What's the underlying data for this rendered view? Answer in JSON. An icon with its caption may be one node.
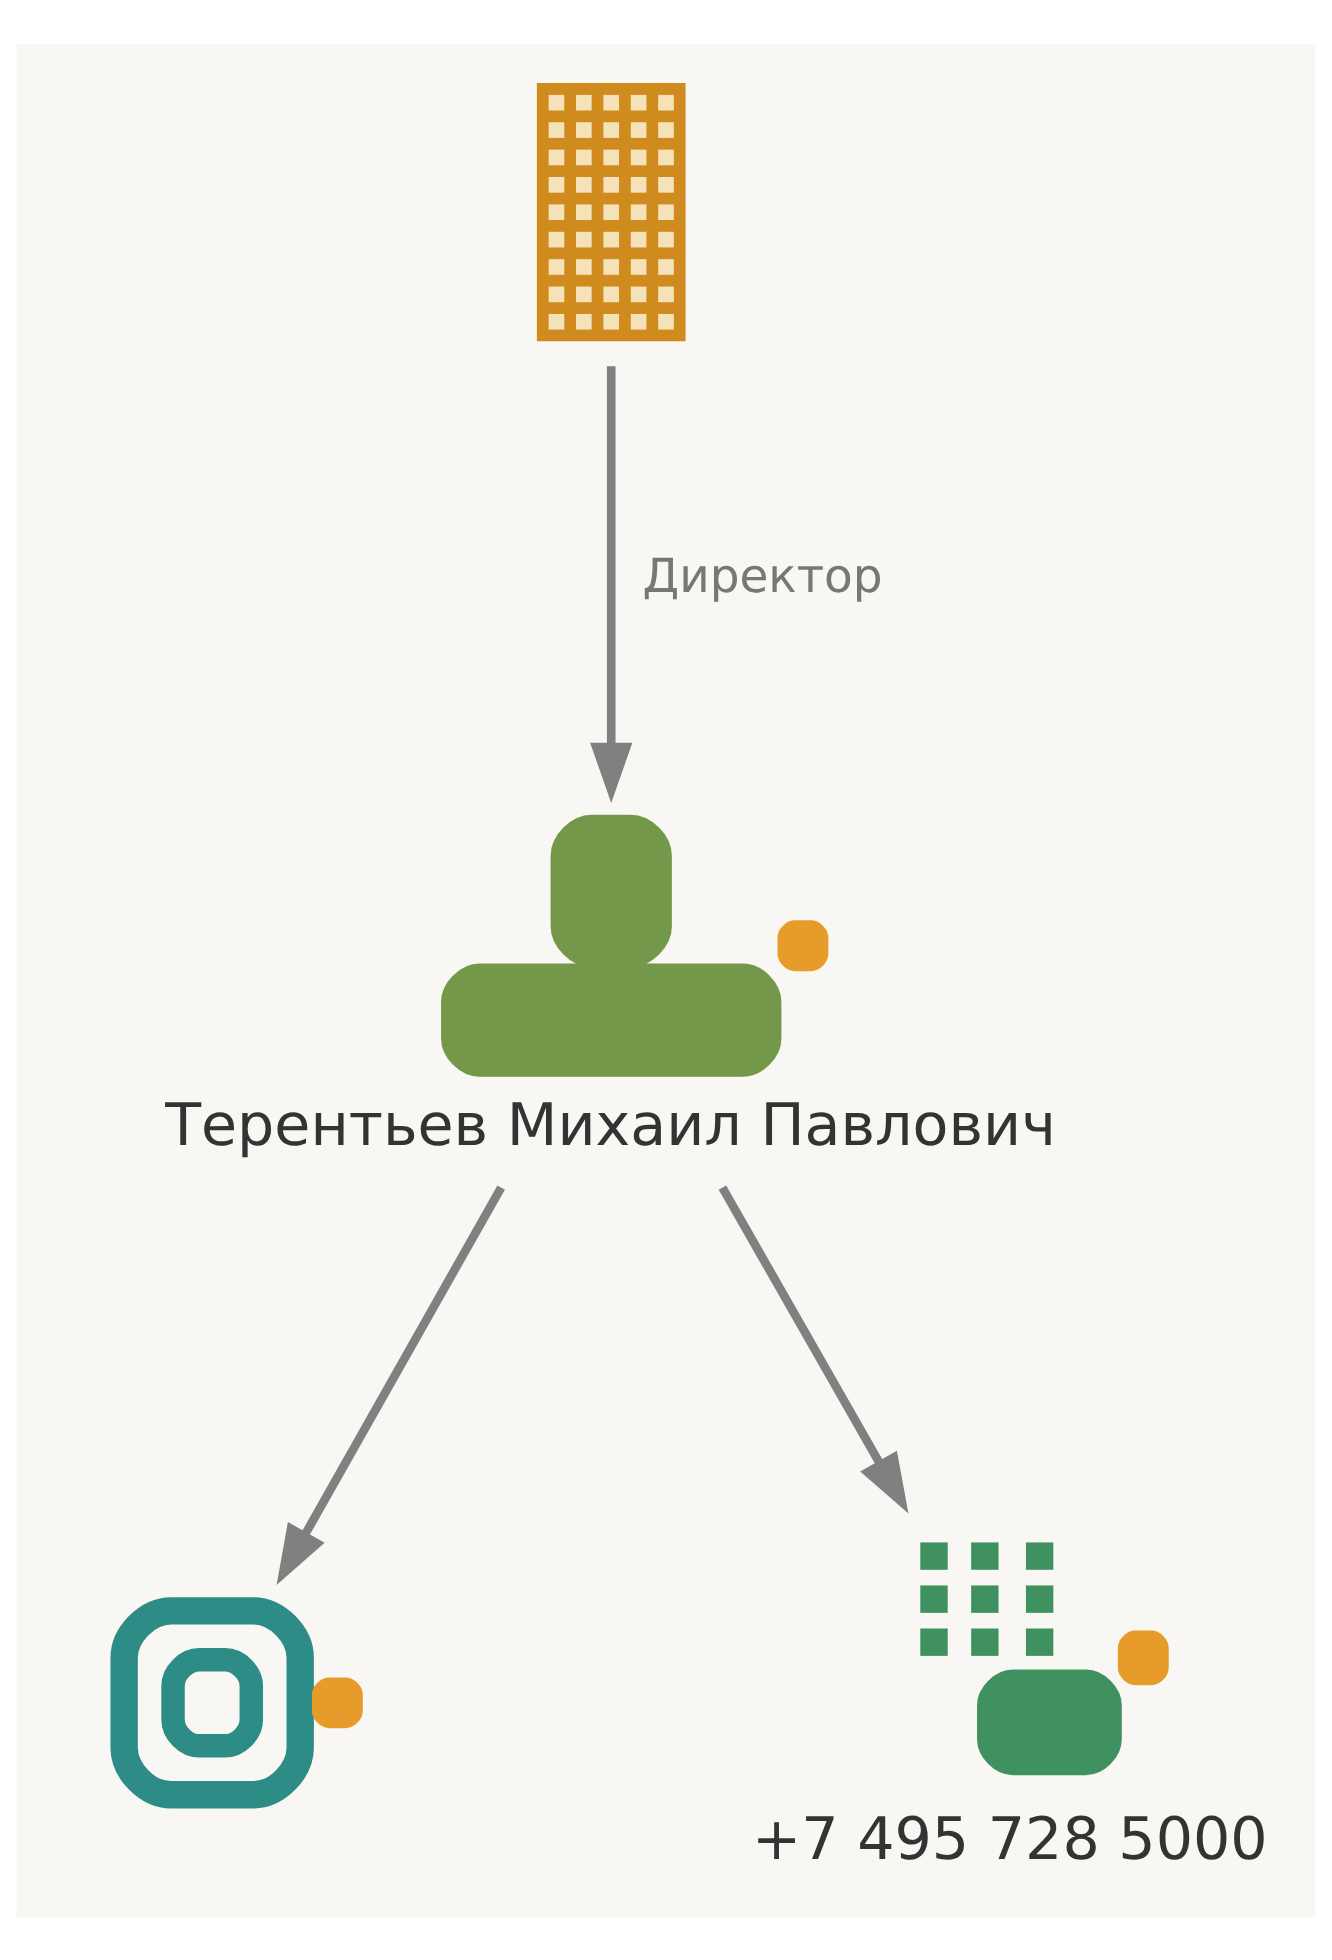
{
  "diagram": {
    "nodes": [
      {
        "text": [],
        "shape": "picture"
      },
      {
        "text": [
          "Терентьев Михаил Павлович"
        ]
      },
      {
        "text": [],
        "shape": "picture"
      },
      {
        "text": [
          "+7 495 728 5000"
        ]
      }
    ],
    "edges": [
      {
        "from": 0,
        "to": 1,
        "arrow": "to",
        "label": "Директор"
      },
      {
        "from": 1,
        "to": 2,
        "arrow": "to"
      },
      {
        "from": 1,
        "to": 3,
        "arrow": "to"
      }
    ]
  }
}
